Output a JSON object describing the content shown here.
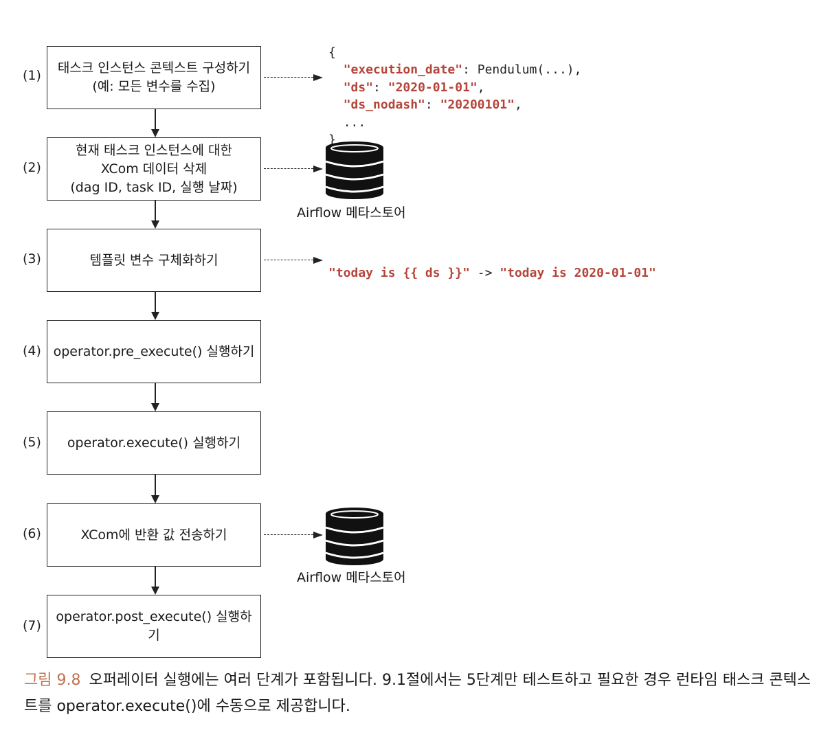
{
  "steps": [
    {
      "num": "(1)",
      "text": "태스크 인스턴스 콘텍스트 구성하기\n(예: 모든 변수를 수집)"
    },
    {
      "num": "(2)",
      "text": "현재 태스크 인스턴스에 대한\nXCom 데이터 삭제\n(dag ID, task ID, 실행 날짜)"
    },
    {
      "num": "(3)",
      "text": "템플릿 변수 구체화하기"
    },
    {
      "num": "(4)",
      "text": "operator.pre_execute() 실행하기"
    },
    {
      "num": "(5)",
      "text": "operator.execute() 실행하기"
    },
    {
      "num": "(6)",
      "text": "XCom에 반환 값 전송하기"
    },
    {
      "num": "(7)",
      "text": "operator.post_execute() 실행하기"
    }
  ],
  "context_code": {
    "open_brace": "{",
    "line1_key": "\"execution_date\"",
    "line1_value": ": Pendulum(...),",
    "line2_key": "\"ds\"",
    "line2_sep": ": ",
    "line2_value": "\"2020-01-01\"",
    "line2_end": ",",
    "line3_key": "\"ds_nodash\"",
    "line3_sep": ": ",
    "line3_value": "\"20200101\"",
    "line3_end": ",",
    "ellipsis": "...",
    "close_brace": "}"
  },
  "template_example": {
    "before": "\"today is {{ ds }}\"",
    "arrow": " -> ",
    "after": "\"today is 2020-01-01\""
  },
  "metastore_label": "Airflow 메타스토어",
  "caption": {
    "figure": "그림 9.8",
    "text": "오퍼레이터 실행에는 여러 단계가 포함됩니다. 9.1절에서는 5단계만 테스트하고 필요한 경우 런타임 태스크 콘텍스트를 operator.execute()에 수동으로 제공합니다."
  },
  "colors": {
    "accent_code": "#b5453a",
    "figure_label": "#c0704f"
  }
}
